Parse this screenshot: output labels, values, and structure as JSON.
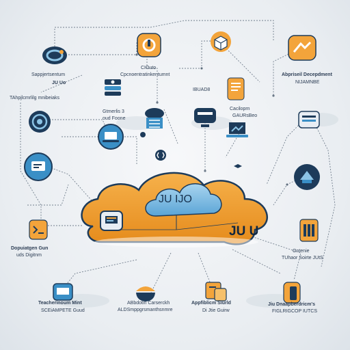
{
  "colors": {
    "navy": "#1d3b5a",
    "orange": "#f3a43b",
    "orange_dark": "#e58b1c",
    "blue": "#3a8fc6",
    "light_blue": "#8cc4e6",
    "wire": "#4a5a6c"
  },
  "cloud": {
    "small_label": "JU IJO",
    "big_label": "JU U"
  },
  "labels": {
    "l1": "Sappjertsentum",
    "l2": "JU Uo",
    "l3": "TAhpjlcmrlilg mnibeiaks",
    "l4": "CIOuto",
    "l5": "Cpcnoentratinkentumnt",
    "l6": "Gtmerlis 3",
    "l7": "oud Foone",
    "l8": "IBUAD8",
    "l9": "Abpriseil Decepdment",
    "l10": "NIJAMNBE",
    "l11": "Caciloprn",
    "l12": "GAURsBeo",
    "l13": "Dopuiatgen Gun",
    "l14": "uds Digitnm",
    "l15": "Ontenie",
    "l16": "TUhaor Soirte JUtS",
    "l17": "Teacherinoum Mint",
    "l18": "SCEiAMPETE Guud",
    "l19": "ABbdotin Carserckh",
    "l20": "ALDSmppgrsmanthsnmre",
    "l21": "Appfiblicm Siurld",
    "l22": "Di Jtie Guirw",
    "l23": "Jiu Dnaapberdricm's",
    "l24": "FIGLRIGCOP IUTCS"
  },
  "icons": [
    {
      "name": "ring-icon"
    },
    {
      "name": "user-stack-icon"
    },
    {
      "name": "orange-app-icon"
    },
    {
      "name": "orange-box-icon"
    },
    {
      "name": "orange-folder-icon"
    },
    {
      "name": "target-icon"
    },
    {
      "name": "server-icon"
    },
    {
      "name": "monitor-icon"
    },
    {
      "name": "display-icon"
    },
    {
      "name": "document-icon"
    },
    {
      "name": "laptop-icon"
    },
    {
      "name": "database-icon"
    },
    {
      "name": "terminal-icon"
    },
    {
      "name": "network-icon"
    }
  ]
}
